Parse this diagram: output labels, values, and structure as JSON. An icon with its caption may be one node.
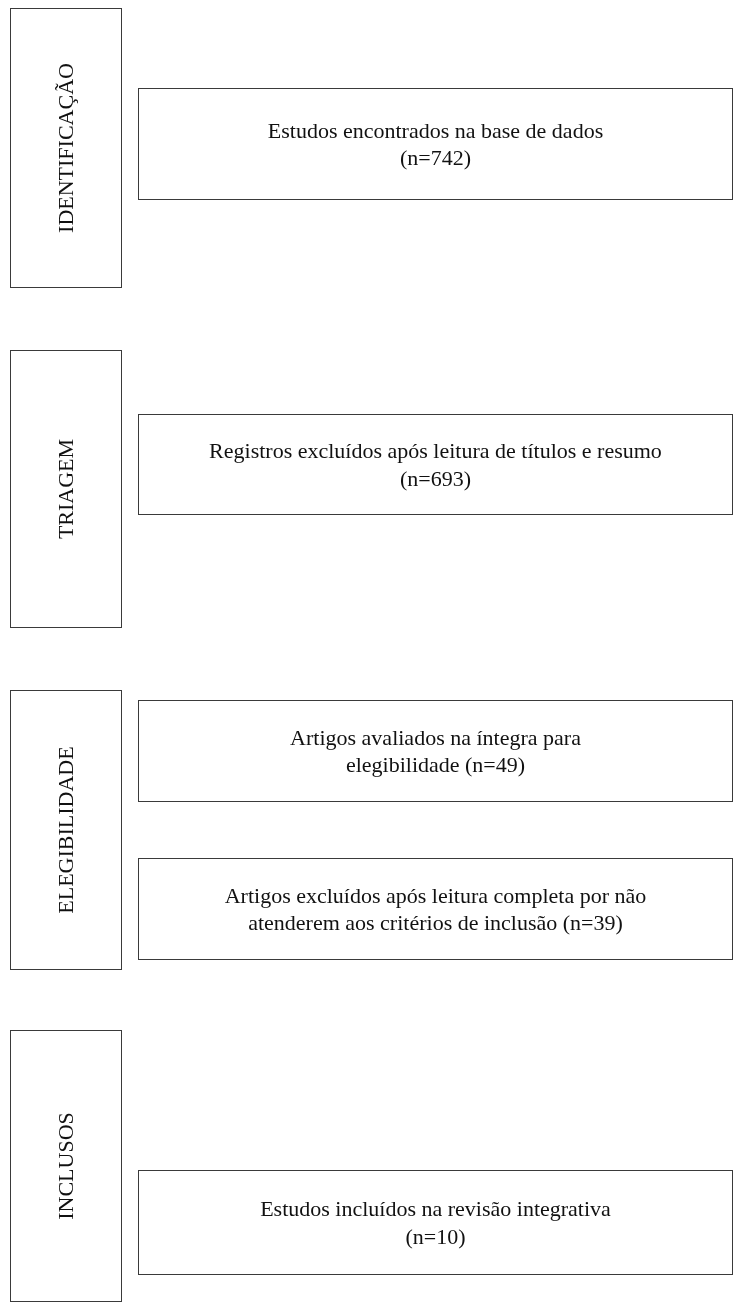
{
  "diagram": {
    "nodes": [
      {
        "text": [
          "IDENTIFICAÇÃO"
        ]
      },
      {
        "text": [
          "Estudos encontrados na base de dados (n=742)"
        ]
      },
      {
        "text": [
          "TRIAGEM"
        ]
      },
      {
        "text": [
          "Registros excluídos após leitura de títulos e resumo (n=693)"
        ]
      },
      {
        "text": [
          "ELEGIBILIDADE"
        ]
      },
      {
        "text": [
          "Artigos avaliados na íntegra para elegibilidade (n=49)"
        ]
      },
      {
        "text": [
          "Artigos excluídos após leitura completa por não atenderem aos critérios de inclusão (n=39)"
        ]
      },
      {
        "text": [
          "INCLUSOS"
        ]
      },
      {
        "text": [
          "Estudos incluídos na revisão integrativa (n=10)"
        ]
      }
    ]
  }
}
